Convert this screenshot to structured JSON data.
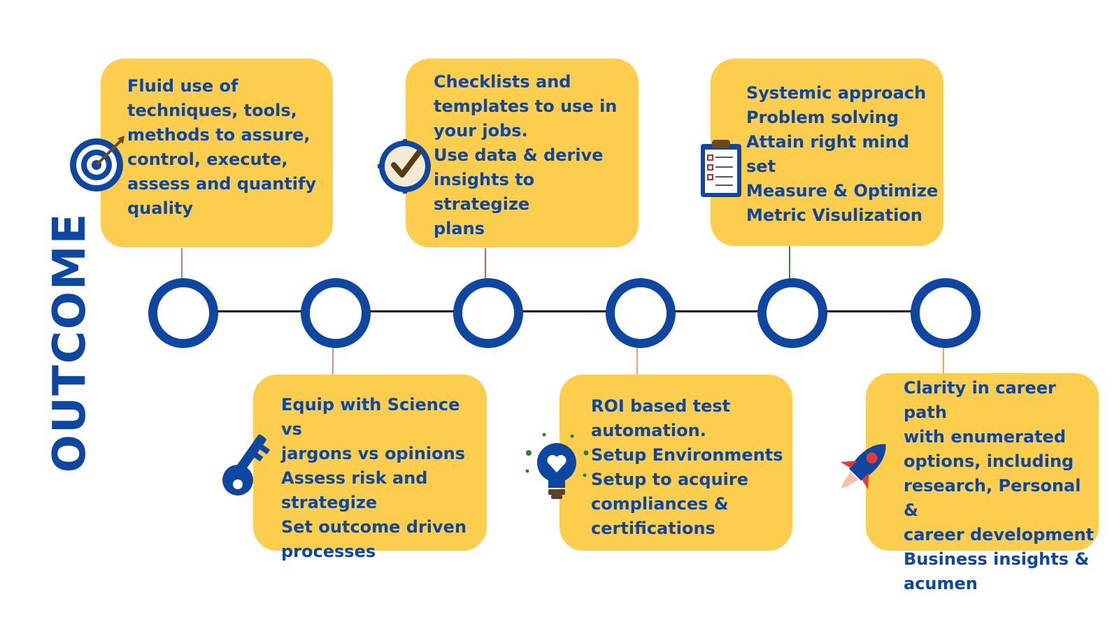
{
  "title": "OUTCOME",
  "colors": {
    "card": "#fdcd4e",
    "text": "#0d47a1",
    "node": "#0d47a1",
    "line": "#111111"
  },
  "cards": [
    {
      "lines": [
        "Fluid use of",
        "techniques, tools,",
        "methods to assure,",
        "control, execute,",
        "assess and quantify",
        "quality"
      ],
      "icon": "target-icon",
      "connector_color": "#a974e6"
    },
    {
      "lines": [
        "Equip with Science vs",
        "jargons vs opinions",
        "Assess risk and",
        "strategize",
        "Set outcome driven",
        "processes"
      ],
      "icon": "key-icon",
      "connector_color": "#c58be8"
    },
    {
      "lines": [
        "Checklists and",
        "templates to use in",
        "your jobs.",
        "Use data & derive",
        "insights to strategize",
        "plans"
      ],
      "icon": "checkmark-clock-icon",
      "connector_color": "#e05a4e"
    },
    {
      "lines": [
        "ROI based test",
        "automation.",
        "Setup Environments",
        "Setup to acquire",
        "compliances &",
        "certifications"
      ],
      "icon": "lightbulb-icon",
      "connector_color": "#f0a070"
    },
    {
      "lines": [
        "Systemic approach",
        "Problem solving",
        "Attain right mind set",
        "Measure & Optimize",
        "Metric Visulization"
      ],
      "icon": "clipboard-icon",
      "connector_color": "#2e8b3a"
    },
    {
      "lines": [
        "Clarity in career path",
        "with enumerated",
        "options, including",
        "research, Personal &",
        "career development",
        "Business insights &",
        "acumen"
      ],
      "icon": "rocket-icon",
      "connector_color": "#f5a050"
    }
  ]
}
